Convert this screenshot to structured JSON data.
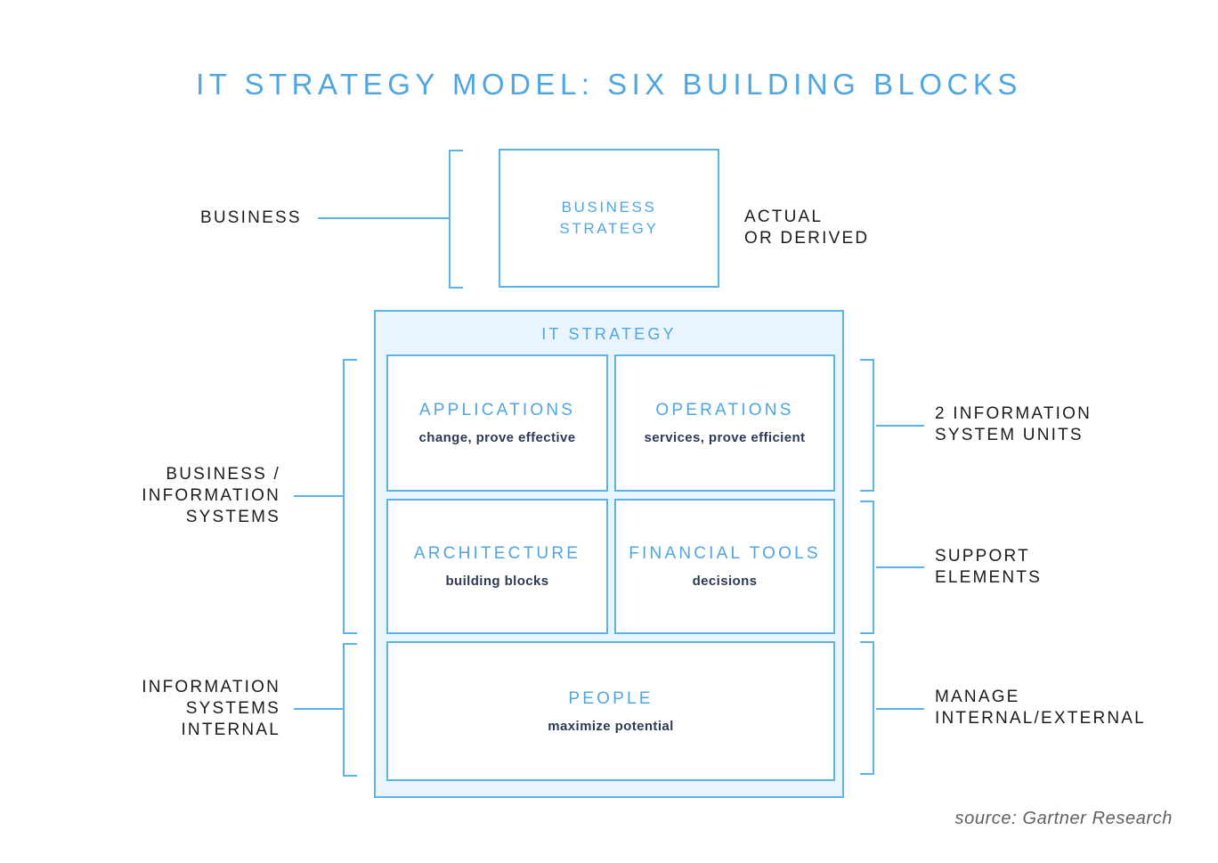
{
  "title": "IT STRATEGY MODEL: SIX BUILDING BLOCKS",
  "colors": {
    "accent_blue": "#4fa6e0",
    "line_blue": "#5bb4e8",
    "container_fill": "#e9f4fc",
    "dark_navy": "#2d3a55",
    "label_black": "#1c1c1c",
    "source_gray": "#5e6266"
  },
  "business_row": {
    "label": "BUSINESS",
    "box_lines": [
      "BUSINESS",
      "STRATEGY"
    ],
    "note_lines": [
      "ACTUAL",
      "OR DERIVED"
    ]
  },
  "it_strategy": {
    "header": "IT STRATEGY",
    "blocks": [
      {
        "title": "APPLICATIONS",
        "subtitle": "change, prove effective"
      },
      {
        "title": "OPERATIONS",
        "subtitle": "services, prove efficient"
      },
      {
        "title": "ARCHITECTURE",
        "subtitle": "building blocks"
      },
      {
        "title": "FINANCIAL TOOLS",
        "subtitle": "decisions"
      },
      {
        "title": "PEOPLE",
        "subtitle": "maximize potential"
      }
    ]
  },
  "left_annotations": [
    {
      "lines": [
        "BUSINESS /",
        "INFORMATION",
        "SYSTEMS"
      ]
    },
    {
      "lines": [
        "INFORMATION",
        "SYSTEMS",
        "INTERNAL"
      ]
    }
  ],
  "right_annotations": [
    {
      "lines": [
        "2 INFORMATION",
        "SYSTEM UNITS"
      ]
    },
    {
      "lines": [
        "SUPPORT",
        "ELEMENTS"
      ]
    },
    {
      "lines": [
        "MANAGE",
        "INTERNAL/EXTERNAL"
      ]
    }
  ],
  "source": "source: Gartner Research"
}
